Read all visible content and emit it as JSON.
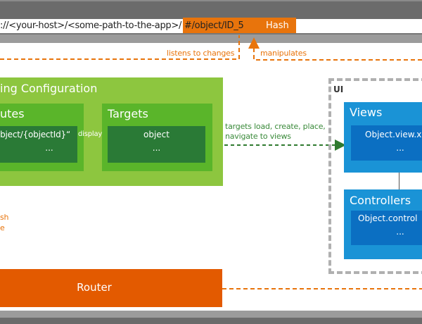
{
  "colors": {
    "orange": "#e8740c",
    "router_orange": "#e35a00",
    "routing_green": "#8dc63f",
    "panel_green": "#5ab52a",
    "inner_green": "#2a7a36",
    "arrow_green": "#2f7a2f",
    "views_blue": "#1a93d6",
    "inner_blue": "#0b6fc2",
    "ui_dash_grey": "#b0b0b0"
  },
  "browser": {
    "url_prefix": "://<your-host>/<some-path-to-the-app>/",
    "hash_path": "#/object/ID_5",
    "hash_label": "Hash"
  },
  "annotations": {
    "listens": "listens to changes",
    "manipulates": "manipulates",
    "left_fragment_1": "sh",
    "left_fragment_2": "e",
    "display": "display",
    "targets_action_line1": "targets load, create, place,",
    "targets_action_line2": "navigate to views"
  },
  "routing_config": {
    "title": "ing Configuration",
    "routes": {
      "title": "utes",
      "pattern": "bject/{objectId}“",
      "more": "..."
    },
    "targets": {
      "title": "Targets",
      "name": "object",
      "more": "..."
    }
  },
  "ui": {
    "label": "UI",
    "views": {
      "title": "Views",
      "file": "Object.view.x",
      "more": "..."
    },
    "controllers": {
      "title": "Controllers",
      "file": "Object.control",
      "more": "..."
    }
  },
  "router": {
    "label": "Router"
  }
}
